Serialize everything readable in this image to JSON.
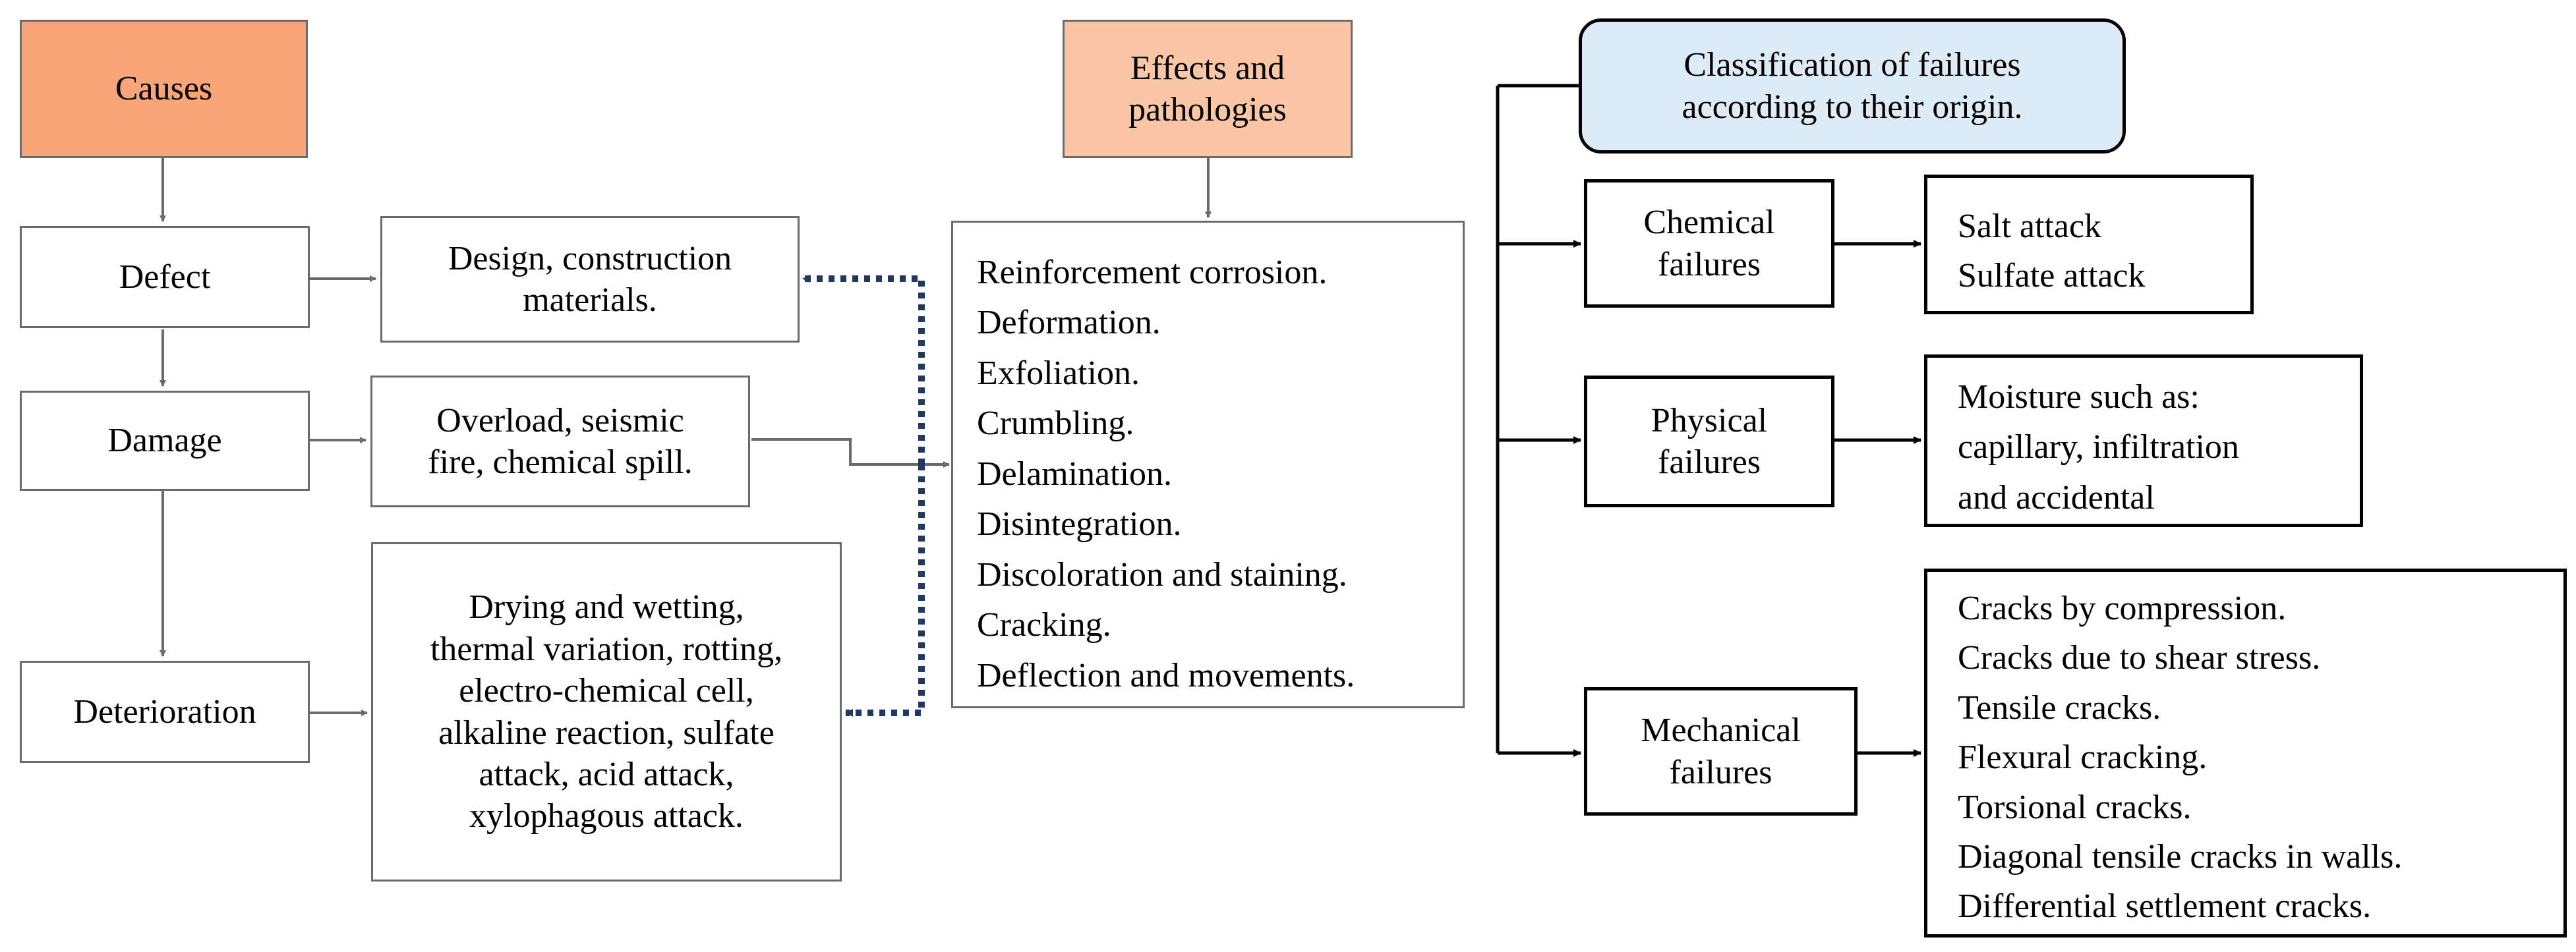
{
  "causes": {
    "header": "Causes",
    "defect": "Defect",
    "damage": "Damage",
    "deterioration": "Deterioration"
  },
  "cause_details": {
    "defect": [
      "Design, construction",
      "materials."
    ],
    "damage": [
      "Overload, seismic",
      "fire, chemical spill."
    ],
    "deterioration": [
      "Drying and wetting,",
      "thermal variation, rotting,",
      "electro-chemical cell,",
      "alkaline reaction, sulfate",
      "attack, acid attack,",
      "xylophagous attack."
    ]
  },
  "effects": {
    "header": [
      "Effects and",
      "pathologies"
    ],
    "items": [
      "Reinforcement corrosion.",
      "Deformation.",
      "Exfoliation.",
      "Crumbling.",
      "Delamination.",
      "Disintegration.",
      "Discoloration and staining.",
      "Cracking.",
      "Deflection and movements."
    ]
  },
  "classification": {
    "header": [
      "Classification  of failures",
      "according to their origin."
    ],
    "categories": [
      {
        "label": [
          "Chemical",
          "failures"
        ],
        "examples": [
          "Salt attack",
          "Sulfate attack"
        ]
      },
      {
        "label": [
          "Physical",
          "failures"
        ],
        "examples": [
          "Moisture such as:",
          "capillary,  infiltration",
          "and accidental"
        ]
      },
      {
        "label": [
          "Mechanical",
          "failures"
        ],
        "examples": [
          "Cracks by compression.",
          "Cracks due to shear stress.",
          "Tensile cracks.",
          "Flexural cracking.",
          "Torsional cracks.",
          "Diagonal tensile cracks in walls.",
          "Differential  settlement cracks."
        ]
      }
    ]
  },
  "colors": {
    "causes_fill": "#F8A57A",
    "effects_fill": "#FBC6A6",
    "classification_fill": "#DDEBF7",
    "gray_arrow": "#6b6b6b",
    "dotted_arrow": "#1F3864"
  }
}
